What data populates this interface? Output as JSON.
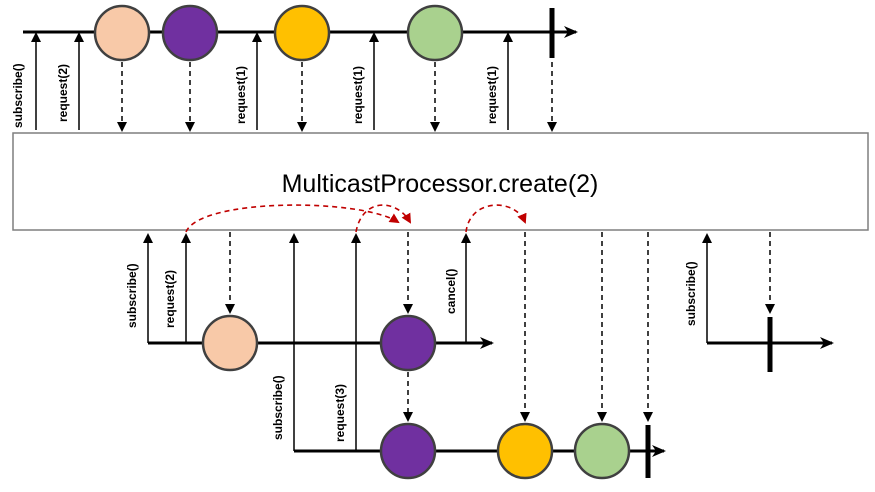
{
  "processor": {
    "label": "MulticastProcessor.create(2)"
  },
  "colors": {
    "peach": "#f8c9a8",
    "purple": "#7030a0",
    "yellow": "#ffc000",
    "green": "#a9d18e",
    "red_arrow": "#c00000",
    "line": "#000000",
    "box_border": "#7f7f7f"
  },
  "upstream": {
    "signals": [
      "subscribe()",
      "request(2)",
      "request(1)",
      "request(1)",
      "request(1)"
    ],
    "items": [
      "peach",
      "purple",
      "yellow",
      "green"
    ],
    "terminal": "complete"
  },
  "subscriber1": {
    "signals": [
      "subscribe()",
      "request(2)",
      "cancel()"
    ],
    "items": [
      "peach",
      "purple"
    ]
  },
  "subscriber2": {
    "signals": [
      "subscribe()",
      "request(3)"
    ],
    "items": [
      "purple",
      "yellow",
      "green"
    ],
    "terminal": "complete"
  },
  "subscriber3": {
    "signals": [
      "subscribe()"
    ],
    "terminal": "complete"
  }
}
